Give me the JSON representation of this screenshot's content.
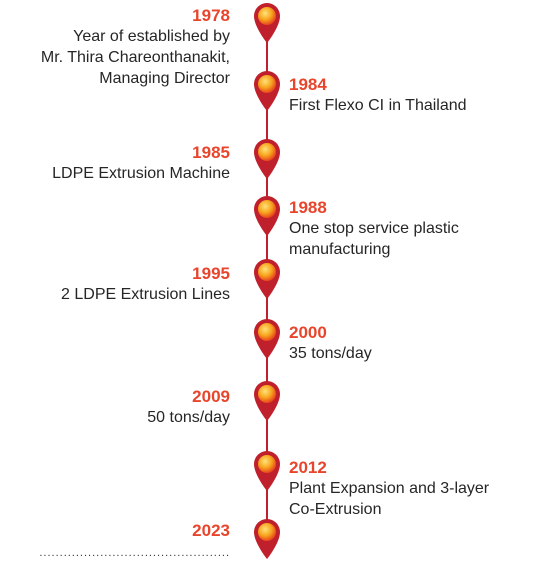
{
  "milestones": [
    {
      "year": "1978",
      "side": "left",
      "lines": [
        "Year of established by",
        "Mr. Thira Chareonthanakit,",
        "Managing Director"
      ]
    },
    {
      "year": "1984",
      "side": "right",
      "lines": [
        "First Flexo CI in Thailand"
      ]
    },
    {
      "year": "1985",
      "side": "left",
      "lines": [
        "LDPE Extrusion Machine"
      ]
    },
    {
      "year": "1988",
      "side": "right",
      "lines": [
        "One stop service plastic",
        "manufacturing"
      ]
    },
    {
      "year": "1995",
      "side": "left",
      "lines": [
        "2 LDPE Extrusion Lines"
      ]
    },
    {
      "year": "2000",
      "side": "right",
      "lines": [
        "35 tons/day"
      ]
    },
    {
      "year": "2009",
      "side": "left",
      "lines": [
        "50 tons/day"
      ]
    },
    {
      "year": "2012",
      "side": "right",
      "lines": [
        "Plant Expansion and 3-layer",
        "Co-Extrusion"
      ]
    },
    {
      "year": "2023",
      "side": "left",
      "lines": [
        "..............................................."
      ]
    }
  ],
  "colors": {
    "accent": "#e8452c",
    "pin": "#c0202c",
    "line": "#c0202c",
    "text": "#262626"
  },
  "icon": "location-pin-icon"
}
